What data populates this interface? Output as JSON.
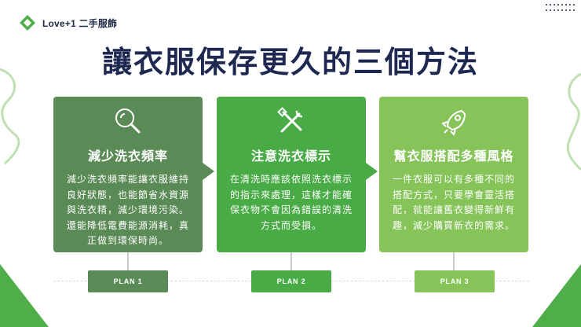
{
  "brand": {
    "name": "Love+1  二手服飾",
    "logo_icon": "leaf-diamond-logo-icon"
  },
  "title": "讓衣服保存更久的三個方法",
  "colors": {
    "dark_green": "#5a8a55",
    "mid_green": "#49ab45",
    "light_green": "#86c45a",
    "navy": "#1e2850"
  },
  "cards": [
    {
      "icon": "magnifier-icon",
      "title": "減少洗衣頻率",
      "body": [
        "減少洗衣頻率能讓衣服維持",
        "良好狀態，也能節省水資源",
        "與洗衣精，減少環境污染。",
        "還能降低電費能源消耗，真",
        "正做到環保時尚。"
      ],
      "plan": "PLAN 1"
    },
    {
      "icon": "tools-icon",
      "title": "注意洗衣標示",
      "body": [
        "在清洗時應該依照洗衣標示",
        "的指示來處理，這樣才能確",
        "保衣物不會因為錯誤的清洗",
        "方式而受損。"
      ],
      "plan": "PLAN 2"
    },
    {
      "icon": "rocket-icon",
      "title": "幫衣服搭配多種風格",
      "body": [
        "一件衣服可以有多種不同的",
        "搭配方式，只要學會靈活搭",
        "配，就能讓舊衣變得新鮮有",
        "趣，減少購買新衣的需求。"
      ],
      "plan": "PLAN 3"
    }
  ]
}
